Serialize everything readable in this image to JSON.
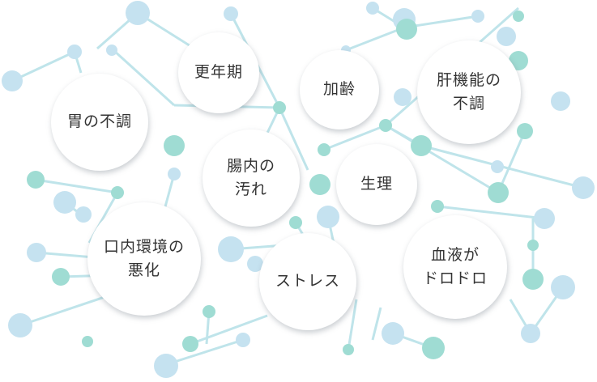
{
  "causes": [
    {
      "id": "stomach",
      "label": "胃の不調"
    },
    {
      "id": "menopause",
      "label": "更年期"
    },
    {
      "id": "aging",
      "label": "加齢"
    },
    {
      "id": "liver",
      "label": "肝機能の\n不調"
    },
    {
      "id": "gut",
      "label": "腸内の\n汚れ"
    },
    {
      "id": "period",
      "label": "生理"
    },
    {
      "id": "oral",
      "label": "口内環境の\n悪化"
    },
    {
      "id": "stress",
      "label": "ストレス"
    },
    {
      "id": "blood",
      "label": "血液が\nドロドロ"
    }
  ],
  "colors": {
    "node_blue": "#c5e2f0",
    "node_teal": "#9fdcd3",
    "link": "#bfe4ea",
    "text": "#333333"
  }
}
